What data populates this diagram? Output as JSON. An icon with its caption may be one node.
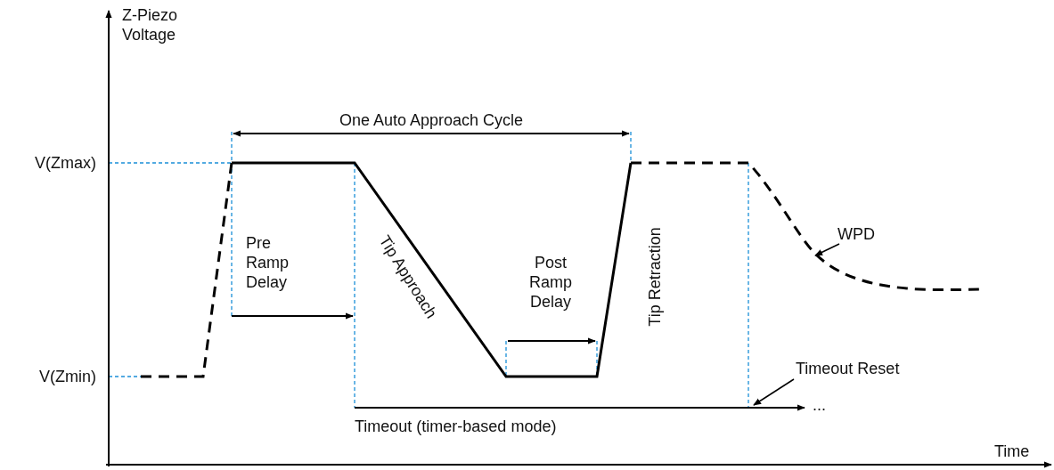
{
  "diagram": {
    "nodes": [
      {
        "text": [
          "WPD"
        ]
      },
      {
        "text": [
          "Timeout Reset"
        ]
      }
    ],
    "edges": [
      {
        "from": 0,
        "to": null,
        "arrow": "to"
      },
      {
        "from": 1,
        "to": null,
        "arrow": "to"
      }
    ],
    "labels": [
      "Z-Piezo Voltage",
      "One Auto Approach Cycle",
      "V(Zmax)",
      "Pre Ramp Delay",
      "Tip Approach",
      "Post Ramp Delay",
      "Tip Retraction",
      "V(Zmin)",
      "...",
      "Timeout (timer-based mode)",
      "Time"
    ]
  }
}
